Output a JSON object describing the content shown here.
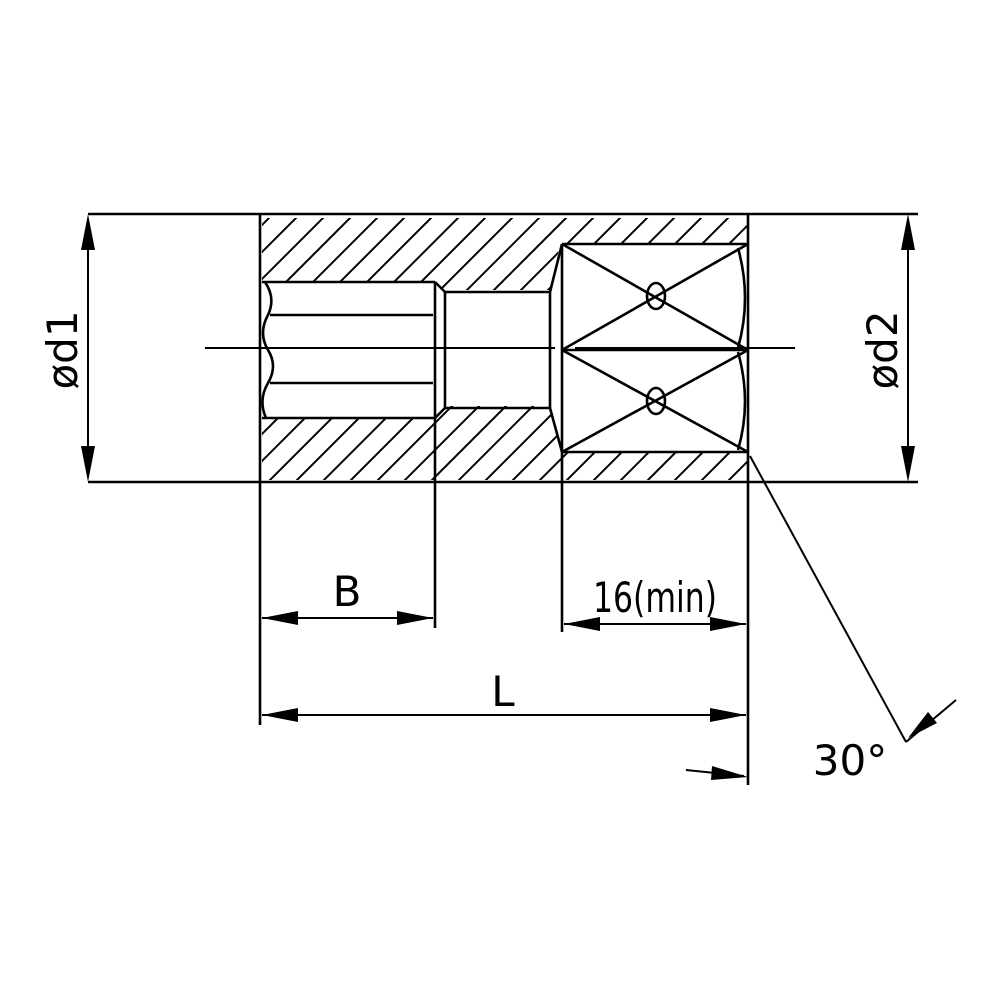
{
  "drawing": {
    "labels": {
      "d1": "ød1",
      "d2": "ød2",
      "b": "B",
      "min_depth": "16(min)",
      "length": "L",
      "angle": "30°"
    }
  }
}
